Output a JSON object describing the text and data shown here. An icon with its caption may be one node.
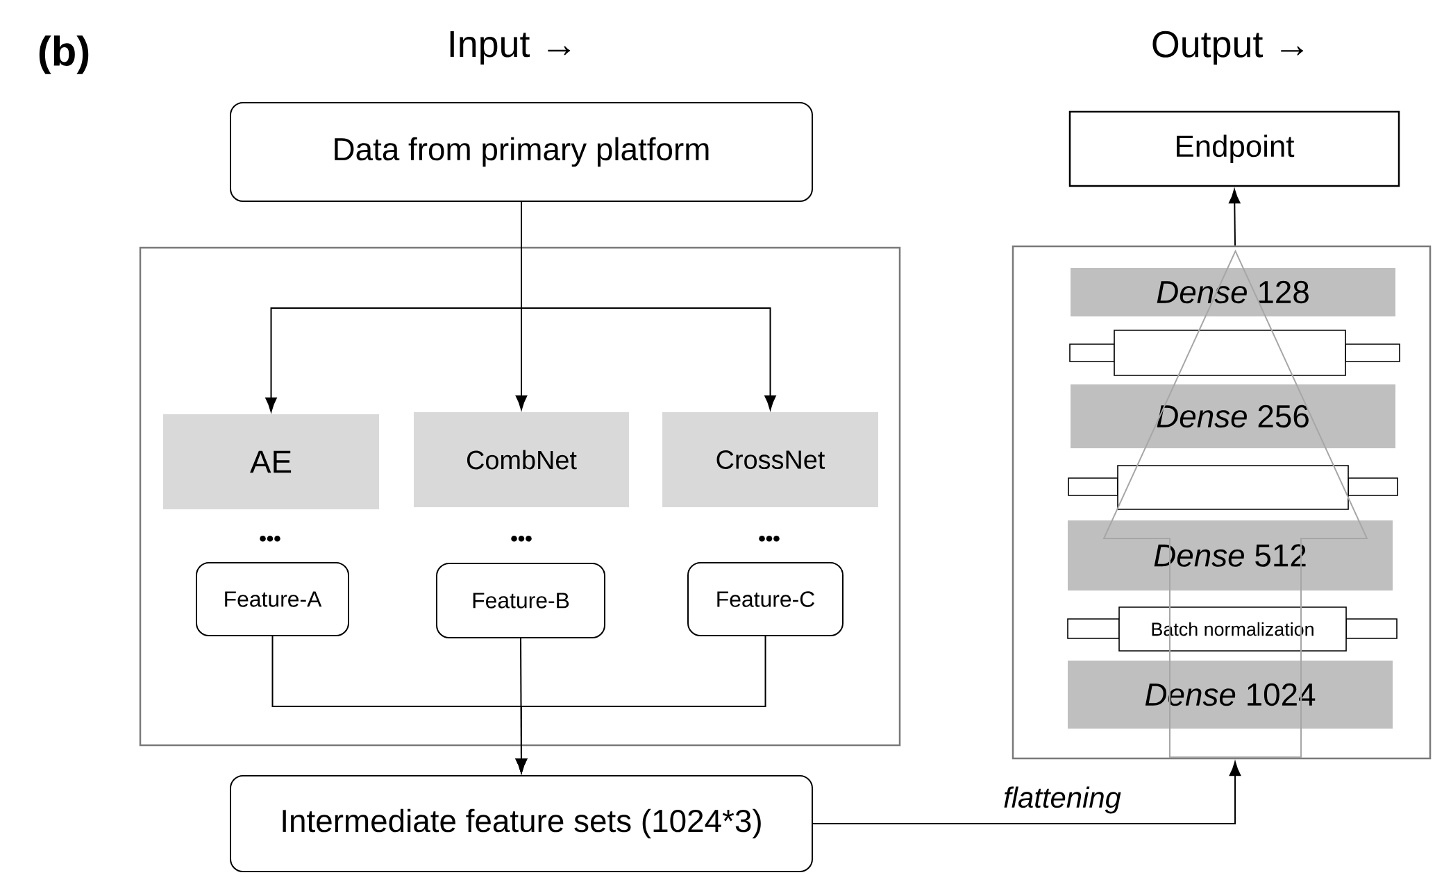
{
  "diagram": {
    "nodes": [
      {
        "text": [
          "Data from primary platform"
        ]
      },
      {
        "text": [
          "Endpoint"
        ]
      },
      {
        "text": [],
        "shape": "box"
      },
      {
        "text": [
          "AE"
        ],
        "in": 2
      },
      {
        "text": [
          "CombNet"
        ],
        "in": 2
      },
      {
        "text": [
          "CrossNet"
        ],
        "in": 2
      },
      {
        "text": [
          "Feature-A"
        ],
        "in": 2
      },
      {
        "text": [
          "Feature-B"
        ],
        "in": 2
      },
      {
        "text": [
          "Feature-C"
        ],
        "in": 2
      },
      {
        "text": [],
        "shape": "box"
      },
      {
        "text": [
          "*Dense* 128"
        ],
        "in": 9
      },
      {
        "text": [],
        "shape": "box",
        "in": 9
      },
      {
        "text": [
          "*Dense* 256"
        ],
        "in": 9
      },
      {
        "text": [],
        "shape": "box",
        "in": 9
      },
      {
        "text": [
          "*Dense* 512"
        ],
        "in": 9
      },
      {
        "text": [
          "Batch normalization"
        ],
        "in": 9
      },
      {
        "text": [
          "*Dense* 1024"
        ],
        "in": 9
      },
      {
        "text": [
          "Intermediate feature sets (1024*3)"
        ]
      }
    ],
    "edges": [
      {
        "from": 0,
        "to": 3,
        "arrow": "to"
      },
      {
        "from": 0,
        "to": 4,
        "arrow": "to"
      },
      {
        "from": 0,
        "to": 5,
        "arrow": "to"
      },
      {
        "from": 6,
        "to": 17,
        "arrow": "to"
      },
      {
        "from": 7,
        "to": 17,
        "arrow": "to"
      },
      {
        "from": 8,
        "to": 17,
        "arrow": "to"
      },
      {
        "from": 17,
        "to": 9,
        "arrow": "to",
        "label": "flattening"
      },
      {
        "from": 9,
        "to": 1,
        "arrow": "to"
      },
      {
        "from": 16,
        "to": 10,
        "arrow": "to",
        "color": "#a6a6a6"
      }
    ],
    "labels": [
      "(b)",
      "Input →",
      "Output →",
      "•••",
      "•••",
      "•••"
    ]
  }
}
